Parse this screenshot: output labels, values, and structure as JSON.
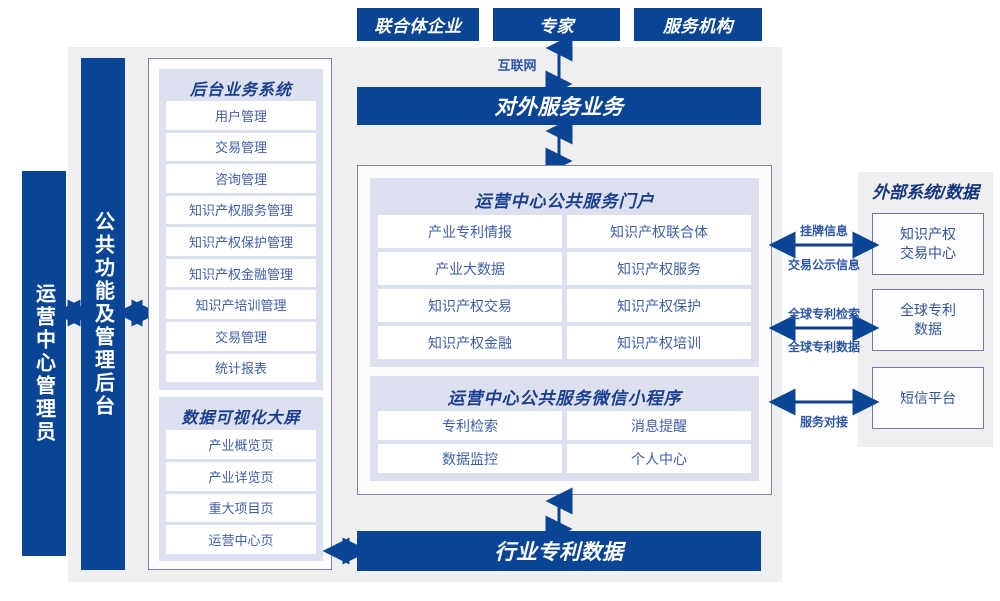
{
  "colors": {
    "brand_blue": "#0a4595",
    "panel_gray": "#efefef",
    "sub_panel": "#dde1ef",
    "border_blue": "#7f84b4",
    "text_blue": "#3f5fa8"
  },
  "top_actors": [
    {
      "label": "联合体企业"
    },
    {
      "label": "专家"
    },
    {
      "label": "服务机构"
    }
  ],
  "connectors": {
    "internet": "互联网"
  },
  "external_service_bar": {
    "label": "对外服务业务"
  },
  "bottom_bar": {
    "label": "行业专利数据"
  },
  "left_roles": {
    "operator": "运营中心管理员",
    "common_backend": "公共功能及管理后台"
  },
  "backend_system": {
    "title": "后台业务系统",
    "items": [
      "用户管理",
      "交易管理",
      "咨询管理",
      "知识产权服务管理",
      "知识产权保护管理",
      "知识产权金融管理",
      "知识产培训管理",
      "交易管理",
      "统计报表"
    ]
  },
  "data_screen": {
    "title": "数据可视化大屏",
    "items": [
      "产业概览页",
      "产业详览页",
      "重大项目页",
      "运营中心页"
    ]
  },
  "portal": {
    "title": "运营中心公共服务门户",
    "items": [
      "产业专利情报",
      "知识产权联合体",
      "产业大数据",
      "知识产权服务",
      "知识产权交易",
      "知识产权保护",
      "知识产权金融",
      "知识产权培训"
    ]
  },
  "miniprogram": {
    "title": "运营中心公共服务微信小程序",
    "items": [
      "专利检索",
      "消息提醒",
      "数据监控",
      "个人中心"
    ]
  },
  "external": {
    "title": "外部系统/数据",
    "boxes": [
      {
        "line1": "知识产权",
        "line2": "交易中心"
      },
      {
        "line1": "全球专利",
        "line2": "数据"
      },
      {
        "line1": "短信平台",
        "line2": ""
      }
    ],
    "link_labels": [
      {
        "above": "挂牌信息",
        "below": "交易公示信息"
      },
      {
        "above": "全球专利检索",
        "below": "全球专利数据"
      },
      {
        "above": "",
        "below": "服务对接"
      }
    ]
  }
}
